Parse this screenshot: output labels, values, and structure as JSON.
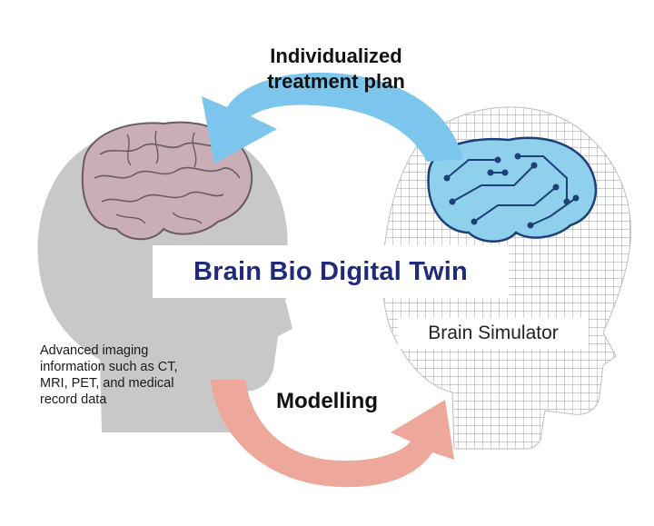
{
  "top_arrow": {
    "line1": "Individualized",
    "line2": "treatment plan"
  },
  "title": "Brain Bio Digital Twin",
  "right_head_label": "Brain Simulator",
  "left_head_label": {
    "line1": "Advanced imaging",
    "line2": "information such as CT,",
    "line3": "MRI, PET, and medical",
    "line4": "record data"
  },
  "bottom_arrow": {
    "label": "Modelling"
  },
  "colors": {
    "blue_arrow": "#7cc6ee",
    "salmon_arrow": "#eea79b",
    "real_head": "#c8c8c8",
    "real_brain": "#c9aeb8",
    "digital_brain": "#8fd1ec",
    "title_text": "#1f2a7a",
    "grid_lines": "#9a9a9a"
  }
}
